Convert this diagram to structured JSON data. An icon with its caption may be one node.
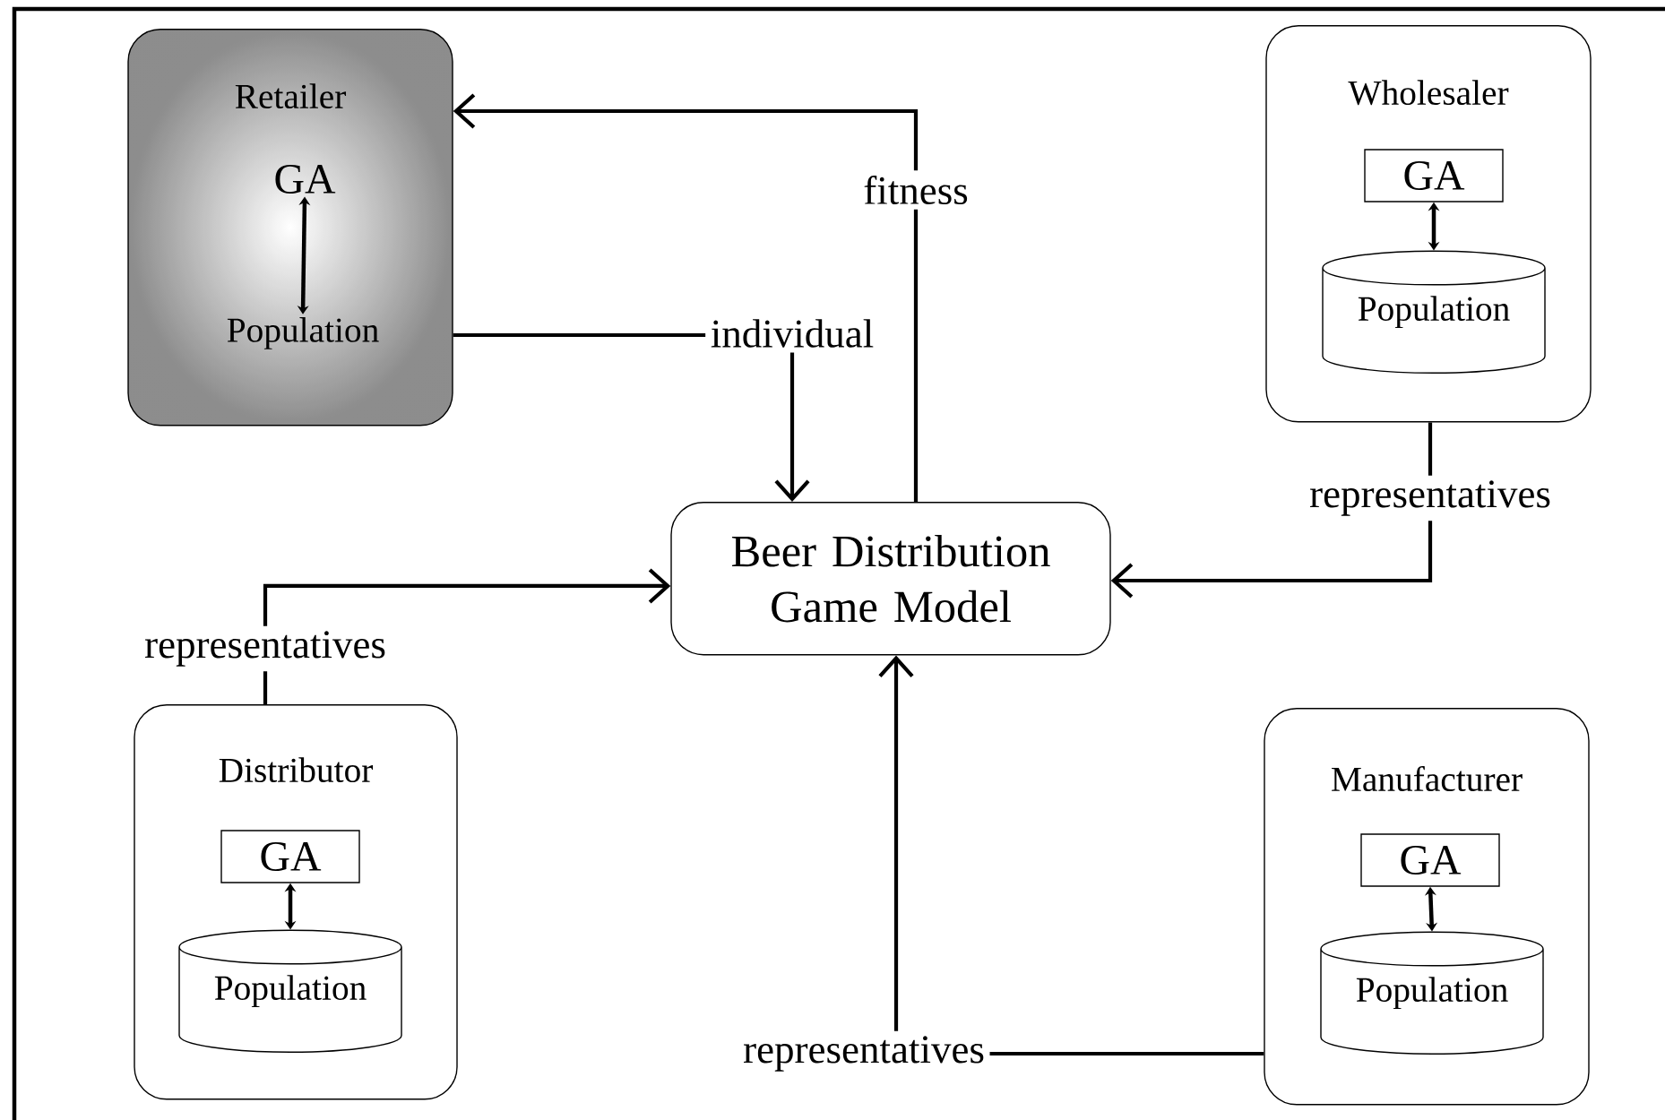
{
  "diagram": {
    "nodes": [
      {
        "text": [
          "Retailer"
        ]
      },
      {
        "text": [
          "GA"
        ],
        "in": 0
      },
      {
        "text": [
          "Population"
        ],
        "in": 0
      },
      {
        "text": [
          "Wholesaler"
        ]
      },
      {
        "text": [
          "GA"
        ],
        "in": 3
      },
      {
        "text": [
          "Population"
        ],
        "in": 3
      },
      {
        "text": [
          "Beer Distribution Game Model"
        ]
      },
      {
        "text": [
          "Distributor"
        ]
      },
      {
        "text": [
          "GA"
        ],
        "in": 7
      },
      {
        "text": [
          "Population"
        ],
        "in": 7
      },
      {
        "text": [
          "Manufacturer"
        ]
      },
      {
        "text": [
          "GA"
        ],
        "in": 10
      },
      {
        "text": [
          "Population"
        ],
        "in": 10
      }
    ],
    "edges": [
      {
        "from": 1,
        "to": 2,
        "arrow": "both"
      },
      {
        "from": 6,
        "to": 0,
        "arrow": "to",
        "label": "fitness"
      },
      {
        "from": 0,
        "to": 6,
        "arrow": "to",
        "label": "individual"
      },
      {
        "from": 4,
        "to": 5,
        "arrow": "both"
      },
      {
        "from": 3,
        "to": 6,
        "arrow": "to",
        "label": "representatives"
      },
      {
        "from": 8,
        "to": 9,
        "arrow": "both"
      },
      {
        "from": 7,
        "to": 6,
        "arrow": "to",
        "label": "representatives"
      },
      {
        "from": 11,
        "to": 12,
        "arrow": "both"
      },
      {
        "from": 10,
        "to": 6,
        "arrow": "to",
        "label": "representatives"
      }
    ]
  }
}
